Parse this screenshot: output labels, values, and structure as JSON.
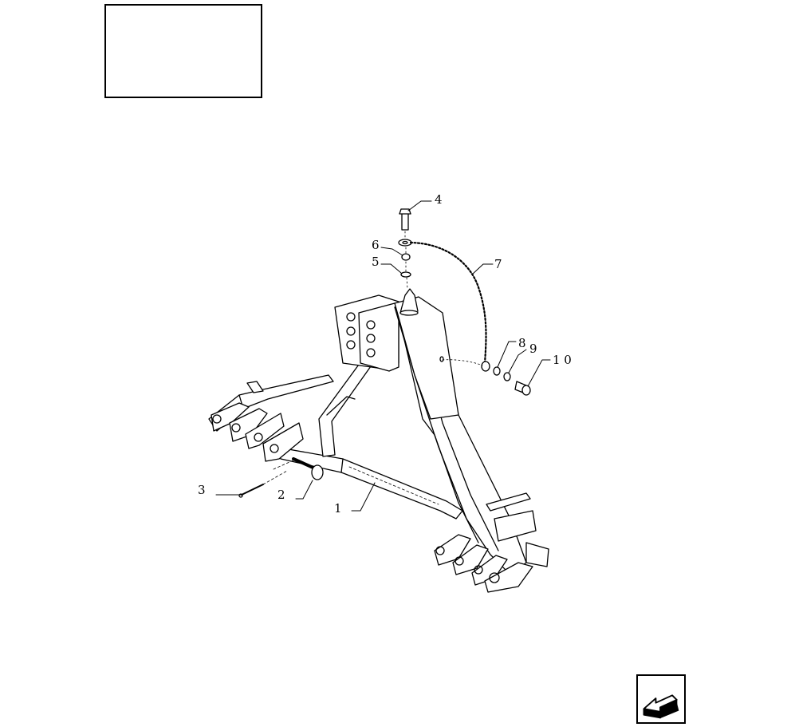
{
  "diagram": {
    "callouts": [
      {
        "id": "c1",
        "text": "1"
      },
      {
        "id": "c2",
        "text": "2"
      },
      {
        "id": "c3",
        "text": "3"
      },
      {
        "id": "c4",
        "text": "4"
      },
      {
        "id": "c5",
        "text": "5"
      },
      {
        "id": "c6",
        "text": "6"
      },
      {
        "id": "c7",
        "text": "7"
      },
      {
        "id": "c8",
        "text": "8"
      },
      {
        "id": "c9",
        "text": "9"
      },
      {
        "id": "c10",
        "text": "1 0"
      }
    ]
  },
  "navigation": {
    "icon": "arrow-back-icon"
  },
  "colors": {
    "line": "#000000",
    "background": "#ffffff"
  }
}
